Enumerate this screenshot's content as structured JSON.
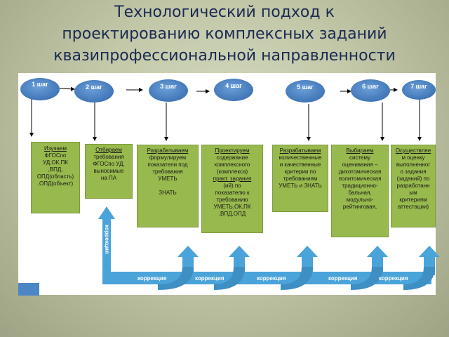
{
  "title": {
    "line1": "Технологический подход к",
    "line2": "проектированию комплексных заданий",
    "line3": "квазипрофессиональной направленности"
  },
  "colors": {
    "step_fill": "#4f86c6",
    "box_fill": "#98b94d",
    "correction_arrow": "#4aa3d9"
  },
  "steps": [
    {
      "label": "1 шаг"
    },
    {
      "label": "2 шаг"
    },
    {
      "label": "3 шаг"
    },
    {
      "label": "4 шаг"
    },
    {
      "label": "5 шаг"
    },
    {
      "label": "6 шаг"
    },
    {
      "label": "7 шаг"
    }
  ],
  "boxes": [
    {
      "lines": [
        "Изучаем",
        "ФГОСпо",
        "УД,ОК,ПК",
        ",ВПД,",
        "ОПД(область)",
        ",ОПД(объект)"
      ]
    },
    {
      "lines": [
        "Отбираем",
        "требования",
        "ФГОСпо УД,",
        "выносимые",
        "на ПА"
      ]
    },
    {
      "lines": [
        "Разрабатываем",
        "формулируем",
        "показатели под",
        "требования",
        "УМЕТЬ",
        "",
        "ЗНАТЬ"
      ]
    },
    {
      "lines": [
        "Проектируем",
        "содержание",
        "комплексного",
        "(комплекса)",
        "практ. задания",
        "(ий) по",
        "показателю к",
        "требованию",
        "УМЕТЬ,ОК,ПК",
        ",ВПД,ОПД"
      ]
    },
    {
      "lines": [
        "Разрабатываем",
        "количественные",
        "и качественные",
        "критерии по",
        "требованиям",
        "УМЕТЬ и ЗНАТЬ"
      ]
    },
    {
      "lines": [
        "Выбираем",
        "систему",
        "оценивания –",
        "дихотомическая",
        "политомическая",
        "традиционно-",
        "бальная,",
        "модульно-",
        "рейтинговая,"
      ]
    },
    {
      "lines": [
        "Осуществляе",
        "м оценку",
        "выполненног",
        "о задания",
        "(заданий) по",
        "разработанн",
        "ым",
        "критериям",
        "аттестации)"
      ]
    }
  ],
  "correction": {
    "vertical_label": "коррекция",
    "labels": [
      "коррекция",
      "коррекция",
      "коррекция",
      "коррекция",
      "коррекция"
    ]
  }
}
